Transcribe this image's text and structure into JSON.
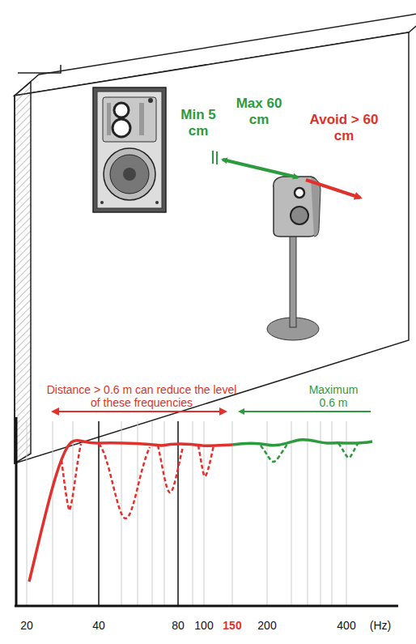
{
  "diagram": {
    "labels": [
      "Min 5 cm",
      "Max 60 cm",
      "Avoid > 60 cm",
      "Distance > 0.6 m can reduce the level of these frequencies",
      "Maximum 0.6 m",
      "20",
      "40",
      "80",
      "100",
      "150",
      "200",
      "400",
      "(Hz)"
    ]
  }
}
